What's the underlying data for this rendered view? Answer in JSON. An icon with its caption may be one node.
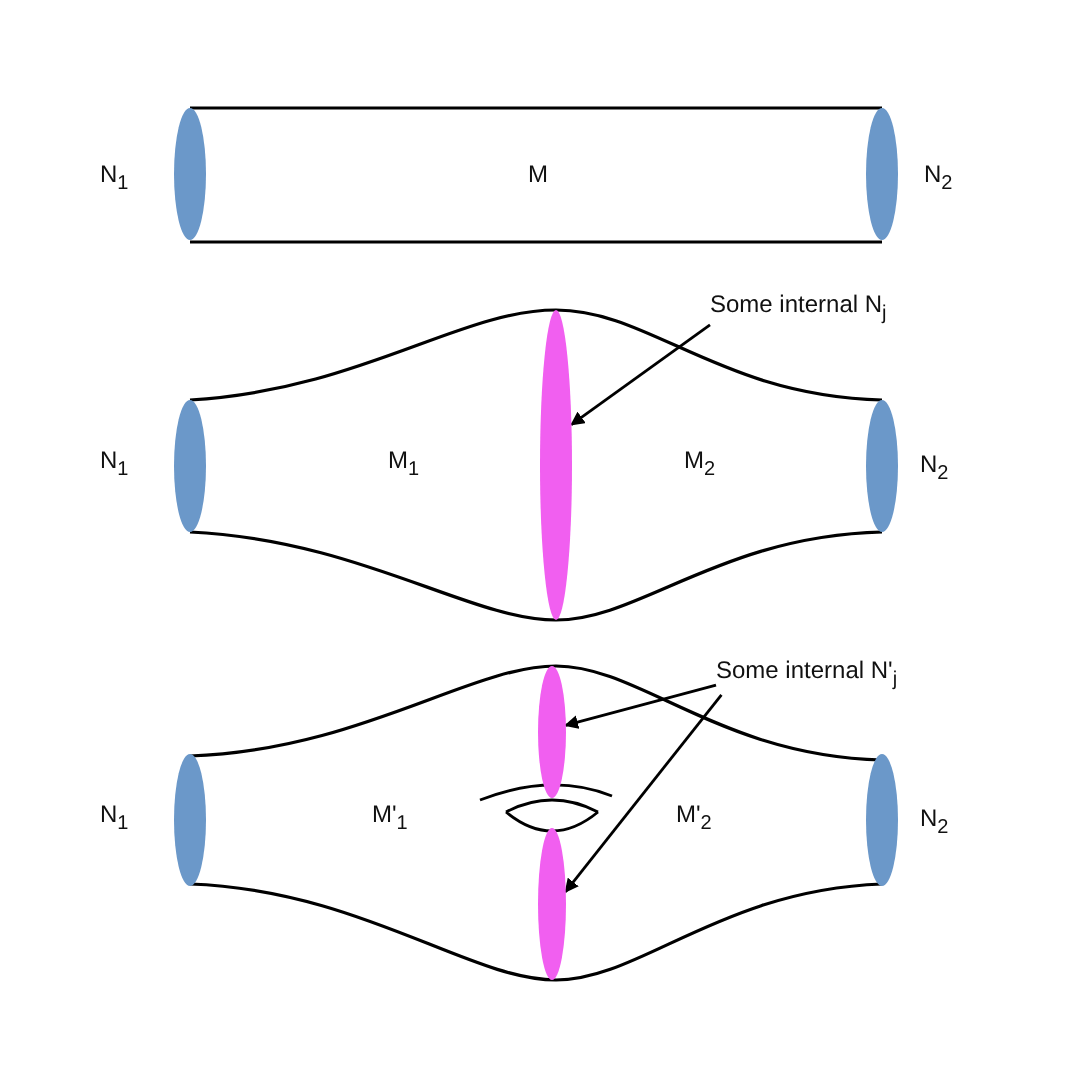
{
  "diagram": {
    "nodes": [
      {
        "text": [
          "Some internal N$_{j}$"
        ]
      },
      {
        "text": [],
        "shape": "ellipse"
      },
      {
        "text": [
          "Some internal N'$_{j}$"
        ]
      },
      {
        "text": [],
        "shape": "ellipse"
      },
      {
        "text": [],
        "shape": "ellipse"
      }
    ],
    "edges": [
      {
        "from": 0,
        "to": 1,
        "arrow": "to"
      },
      {
        "from": 2,
        "to": 3,
        "arrow": "to"
      },
      {
        "from": 2,
        "to": 4,
        "arrow": "to"
      }
    ],
    "labels": [
      "N$_{1}$",
      "M",
      "N$_{2}$",
      "N$_{1}$",
      "M$_{1}$",
      "M$_{2}$",
      "N$_{2}$",
      "N$_{1}$",
      "M'$_{1}$",
      "M'$_{2}$",
      "N$_{2}$"
    ]
  }
}
